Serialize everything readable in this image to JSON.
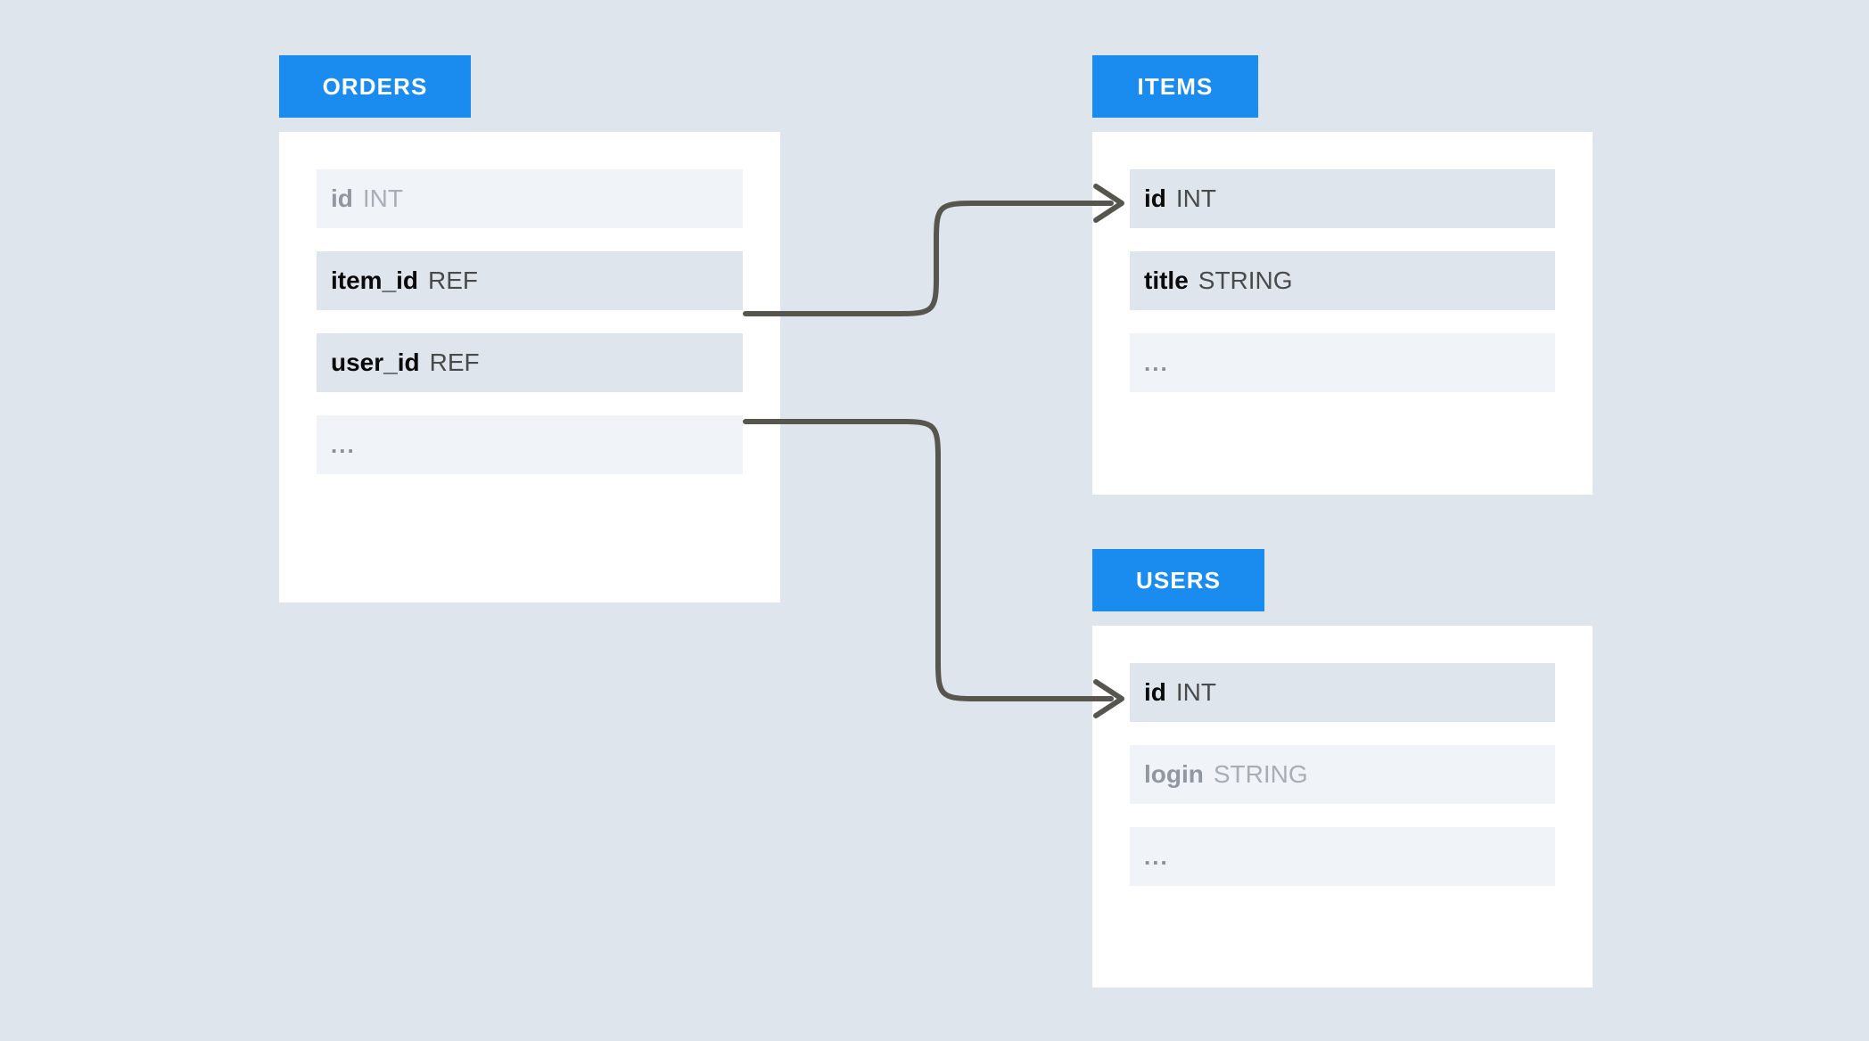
{
  "diagram": {
    "title": "database-schema-relationships",
    "background_color": "#dfe5ed",
    "accent_color": "#1a8cf0",
    "connector_color": "#56564f"
  },
  "entities": [
    {
      "id": "orders",
      "header_label": "ORDERS",
      "fields": [
        {
          "name": "id",
          "type": "INT",
          "state": "muted"
        },
        {
          "name": "item_id",
          "type": "REF",
          "state": "active"
        },
        {
          "name": "user_id",
          "type": "REF",
          "state": "active"
        },
        {
          "name": "...",
          "type": "",
          "state": "ellipsis"
        }
      ]
    },
    {
      "id": "items",
      "header_label": "ITEMS",
      "fields": [
        {
          "name": "id",
          "type": "INT",
          "state": "active"
        },
        {
          "name": "title",
          "type": "STRING",
          "state": "active"
        },
        {
          "name": "...",
          "type": "",
          "state": "ellipsis"
        }
      ]
    },
    {
      "id": "users",
      "header_label": "USERS",
      "fields": [
        {
          "name": "id",
          "type": "INT",
          "state": "active"
        },
        {
          "name": "login",
          "type": "STRING",
          "state": "muted"
        },
        {
          "name": "...",
          "type": "",
          "state": "ellipsis"
        }
      ]
    }
  ],
  "relationships": [
    {
      "id": "orders-item_id-to-items-id",
      "from_entity": "ORDERS",
      "from_field": "item_id",
      "to_entity": "ITEMS",
      "to_field": "id"
    },
    {
      "id": "orders-user_id-to-users-id",
      "from_entity": "ORDERS",
      "from_field": "user_id",
      "to_entity": "USERS",
      "to_field": "id"
    }
  ]
}
